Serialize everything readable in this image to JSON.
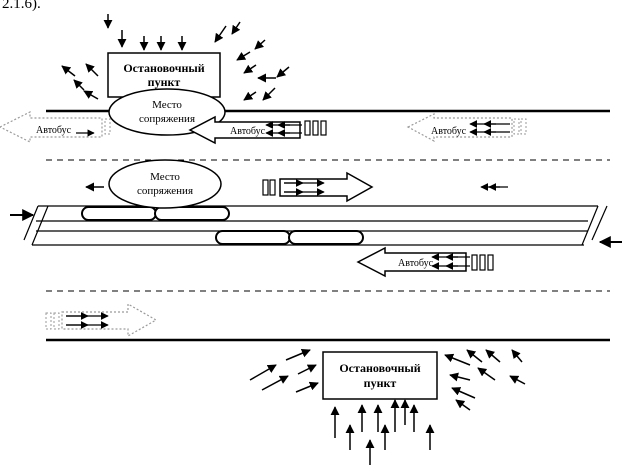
{
  "header": {
    "text": "2.1.6)."
  },
  "labels": {
    "stop_top": [
      "Остановочный",
      "пункт"
    ],
    "stop_bottom": [
      "Остановочный",
      "пункт"
    ],
    "junction_1": [
      "Место",
      "сопряжения"
    ],
    "junction_2": [
      "Место",
      "сопряжения"
    ],
    "bus": "Автобус"
  },
  "colors": {
    "ink": "#000000",
    "ghost": "#9a9a9a",
    "background": "#ffffff"
  },
  "icons": {
    "arrow": "arrow-icon",
    "passenger_flow": "flow-arrow-icon",
    "bus": "bus-arrow-icon"
  }
}
